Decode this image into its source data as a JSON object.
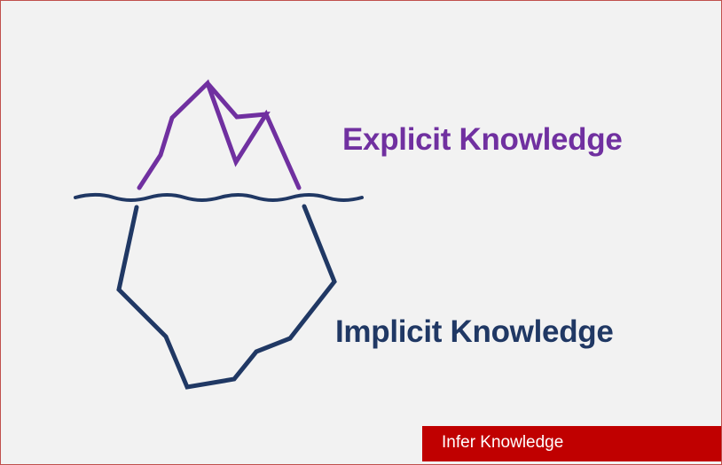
{
  "diagram": {
    "top_label": "Explicit Knowledge",
    "bottom_label": "Implicit Knowledge",
    "footer_label": "Infer Knowledge"
  },
  "colors": {
    "frame_border": "#c0504d",
    "background": "#f2f2f2",
    "explicit": "#7030a0",
    "implicit": "#203864",
    "footer_bg": "#c00000",
    "footer_text": "#ffffff"
  }
}
